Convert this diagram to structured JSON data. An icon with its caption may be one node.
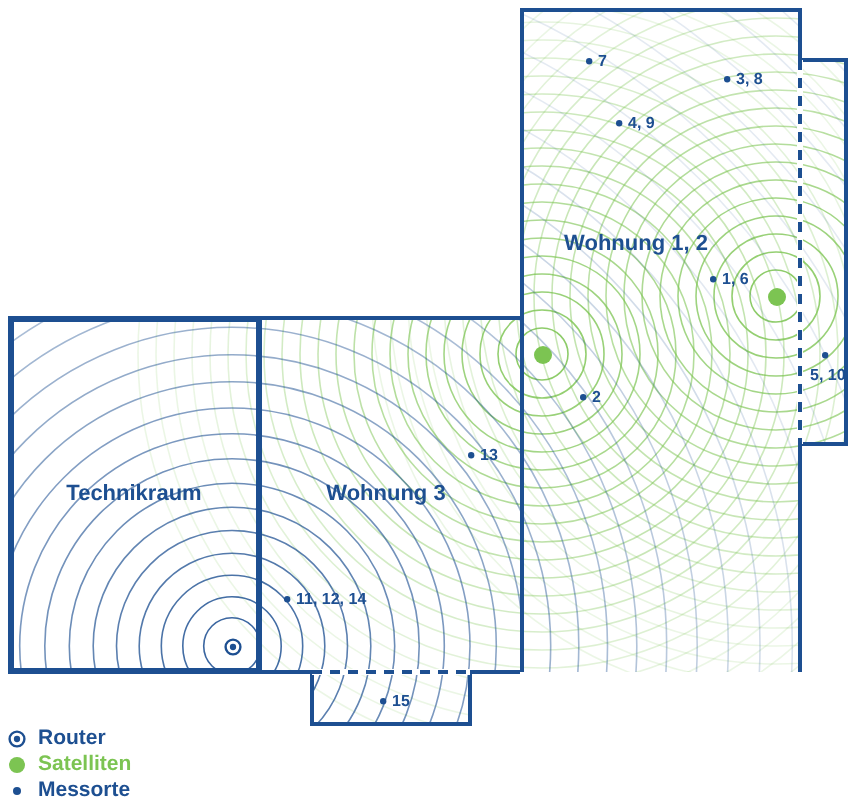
{
  "diagram": {
    "nodes": [
      {
        "text": [
          "Wohnung 1, 2"
        ]
      },
      {
        "text": [
          "Technikraum"
        ]
      },
      {
        "text": [
          "Wohnung 3"
        ]
      }
    ],
    "labels": [
      "7",
      "3, 8",
      "4, 9",
      "1, 6",
      "5, 10",
      "2",
      "13",
      "11, 12, 14",
      "15"
    ],
    "legend": [
      {
        "text": "Router"
      },
      {
        "text": "Satelliten",
        "color": "#7cc452"
      },
      {
        "text": "Messorte",
        "color": "#1d4f91"
      }
    ]
  }
}
